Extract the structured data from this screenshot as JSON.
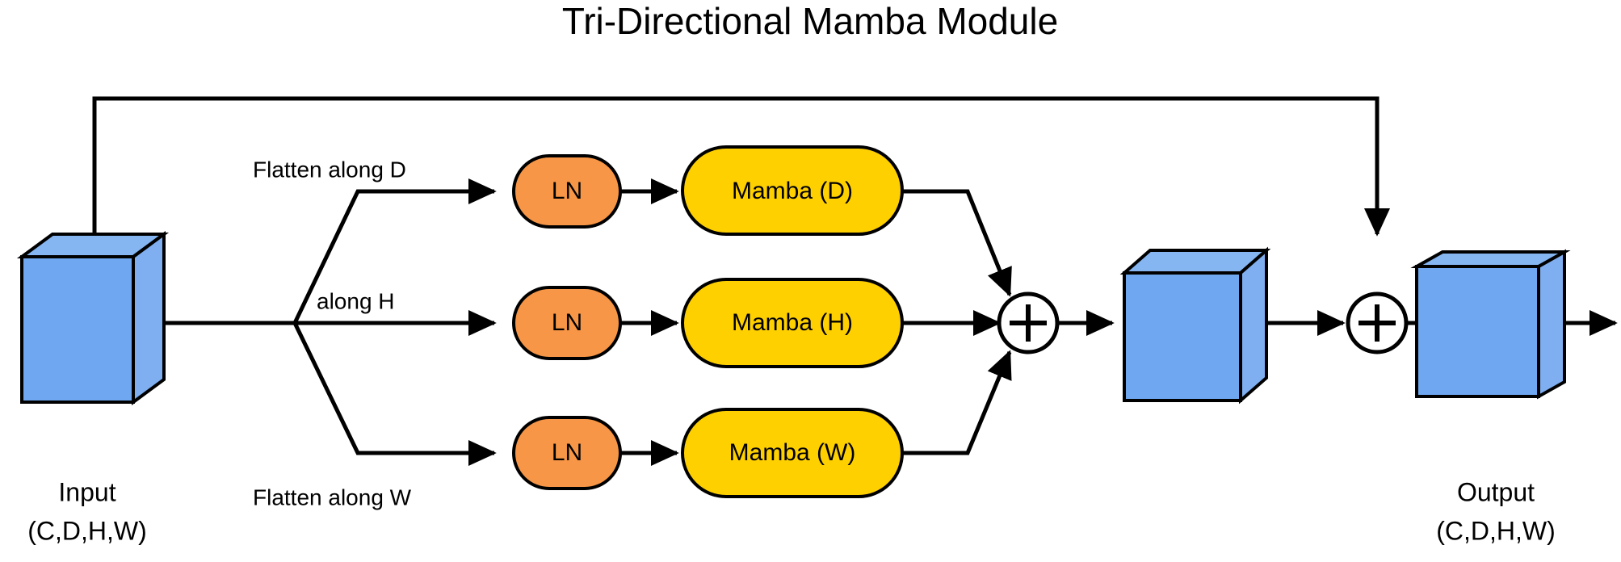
{
  "title": "Tri-Directional Mamba Module",
  "colors": {
    "cube_front": "#6FA8F0",
    "cube_top": "#86B6F2",
    "cube_side": "#7FAFF1",
    "ln_fill": "#F79646",
    "mamba_fill": "#FFD000",
    "stroke": "#000000",
    "background": "#FFFFFF"
  },
  "input_block": {
    "label_line1": "Input",
    "label_line2": "(C,D,H,W)"
  },
  "output_block": {
    "label_line1": "Output",
    "label_line2": "(C,D,H,W)"
  },
  "branches": [
    {
      "id": "d",
      "edge_label": "Flatten along D",
      "norm_label": "LN",
      "mamba_label": "Mamba (D)"
    },
    {
      "id": "h",
      "edge_label": "along H",
      "norm_label": "LN",
      "mamba_label": "Mamba (H)"
    },
    {
      "id": "w",
      "edge_label": "Flatten along W",
      "norm_label": "LN",
      "mamba_label": "Mamba (W)"
    }
  ],
  "operators": [
    {
      "id": "sum-branches",
      "symbol": "+"
    },
    {
      "id": "sum-residual",
      "symbol": "+"
    }
  ],
  "intermediate_block": {
    "label": ""
  },
  "icons": {
    "plus": "plus-icon",
    "arrow": "arrow-head-icon",
    "cube": "cube-icon"
  }
}
